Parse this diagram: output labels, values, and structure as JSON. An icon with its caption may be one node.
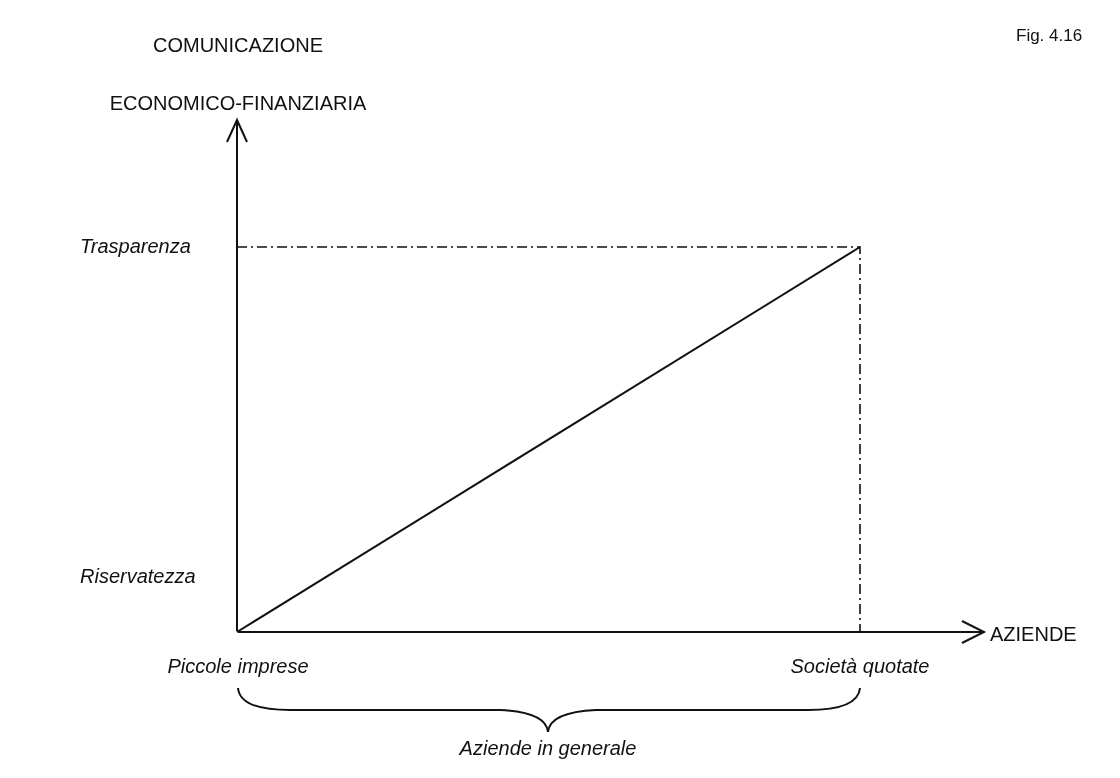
{
  "diagram": {
    "labels": [
      "Fig. 4.16",
      "COMUNICAZIONE ECONOMICO-FINANZIARIA",
      "Trasparenza",
      "Riservatezza",
      "AZIENDE",
      "Piccole imprese",
      "Società quotate",
      "Aziende in generale"
    ]
  }
}
